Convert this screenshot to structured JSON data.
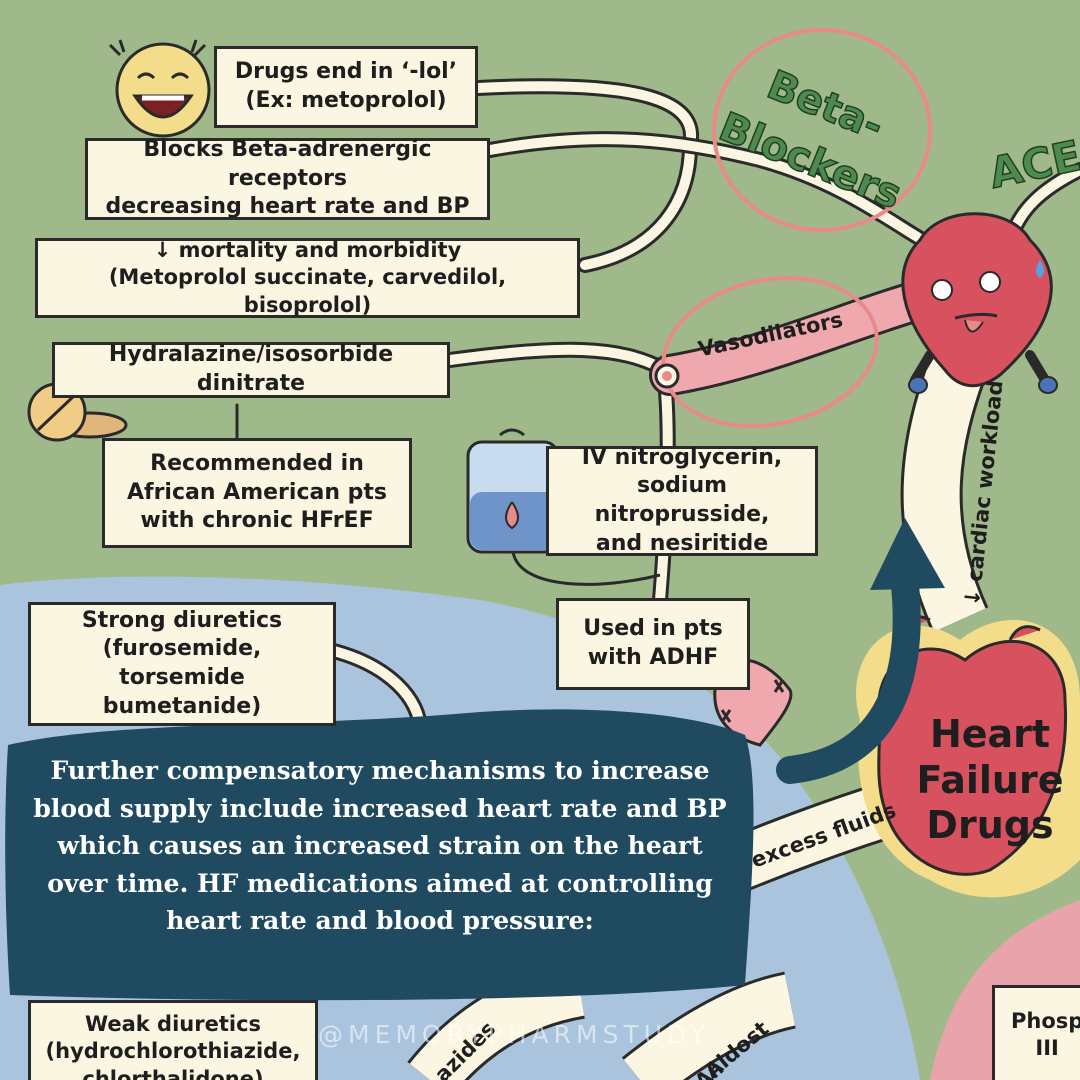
{
  "boxes": {
    "lol": "Drugs end in ‘-lol’\n(Ex: metoprolol)",
    "blocks": "Blocks Beta-adrenergic receptors\ndecreasing heart rate and BP",
    "mortality": "↓ mortality and morbidity\n(Metoprolol succinate, carvedilol, bisoprolol)",
    "hydralazine": "Hydralazine/isosorbide dinitrate",
    "recommended": "Recommended in\nAfrican American pts\nwith chronic HFrEF",
    "iv_nitro": "IV nitroglycerin,\nsodium nitroprusside,\nand nesiritide",
    "adhf": "Used in pts\nwith ADHF",
    "strong_diuretics": "Strong diuretics\n(furosemide, torsemide\nbumetanide)",
    "weak_diuretics": "Weak diuretics\n(hydrochlorothiazide,\nchlorthalidone)",
    "phosp": "Phosp\nIII"
  },
  "branch_labels": {
    "beta_blockers_1": "Beta-",
    "beta_blockers_2": "Blockers",
    "acei": "ACEI",
    "vasodilators": "Vasodilators",
    "cardiac_workload": "↓ cardiac workload",
    "excess_fluids": "excess fluids",
    "azides": "azides",
    "aldost": "Aldost",
    "an": "An"
  },
  "center_title": "Heart\nFailure\nDrugs",
  "caption": "Further compensatory mechanisms to increase blood supply include increased heart rate and BP which causes an increased strain on the heart over time. HF medications aimed at controlling heart rate and blood pressure:",
  "watermark": "@MEMORYPHARMSTUDY",
  "colors": {
    "green_bg": "#9fb98a",
    "blue_region": "#a9c4dc",
    "pink_region": "#e8a3ab",
    "caption_bg": "#1f4a5f",
    "heart_red": "#d8515f",
    "highlight_yellow": "#f3dc8a",
    "circle_pink": "#e98a8a"
  },
  "icons": [
    "laughing-face-icon",
    "pill-tablet-icon",
    "iv-bag-icon",
    "heart-character-icon",
    "curved-arrow-icon",
    "heart-pill-icon"
  ]
}
